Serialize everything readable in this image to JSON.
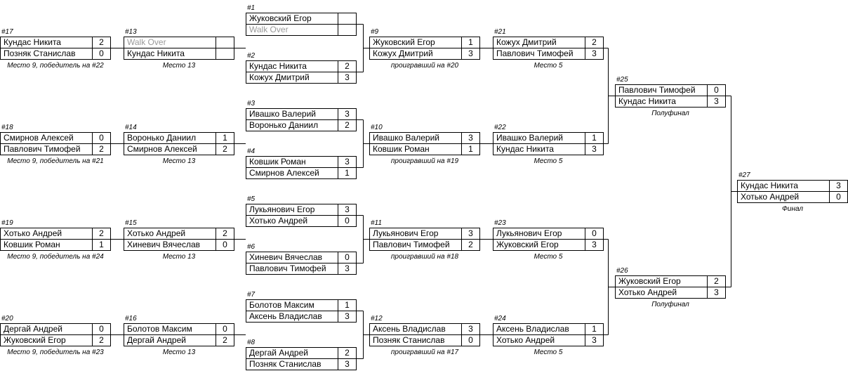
{
  "matches": [
    {
      "num": "#1",
      "p1": "Жуковский Егор",
      "s1": "",
      "p2": "Walk Over",
      "s2": "",
      "wo": 2,
      "note": ""
    },
    {
      "num": "#2",
      "p1": "Кундас Никита",
      "s1": "2",
      "p2": "Кожух Дмитрий",
      "s2": "3",
      "note": ""
    },
    {
      "num": "#3",
      "p1": "Ивашко Валерий",
      "s1": "3",
      "p2": "Воронько Даниил",
      "s2": "2",
      "note": ""
    },
    {
      "num": "#4",
      "p1": "Ковшик Роман",
      "s1": "3",
      "p2": "Смирнов Алексей",
      "s2": "1",
      "note": ""
    },
    {
      "num": "#5",
      "p1": "Лукьянович Егор",
      "s1": "3",
      "p2": "Хотько Андрей",
      "s2": "0",
      "note": ""
    },
    {
      "num": "#6",
      "p1": "Хиневич Вячеслав",
      "s1": "0",
      "p2": "Павлович Тимофей",
      "s2": "3",
      "note": ""
    },
    {
      "num": "#7",
      "p1": "Болотов Максим",
      "s1": "1",
      "p2": "Аксень Владислав",
      "s2": "3",
      "note": ""
    },
    {
      "num": "#8",
      "p1": "Дергай Андрей",
      "s1": "2",
      "p2": "Позняк Станислав",
      "s2": "3",
      "note": ""
    },
    {
      "num": "#9",
      "p1": "Жуковский Егор",
      "s1": "1",
      "p2": "Кожух Дмитрий",
      "s2": "3",
      "note": "проигравший на #20"
    },
    {
      "num": "#10",
      "p1": "Ивашко Валерий",
      "s1": "3",
      "p2": "Ковшик Роман",
      "s2": "1",
      "note": "проигравший на #19"
    },
    {
      "num": "#11",
      "p1": "Лукьянович Егор",
      "s1": "3",
      "p2": "Павлович Тимофей",
      "s2": "2",
      "note": "проигравший на #18"
    },
    {
      "num": "#12",
      "p1": "Аксень Владислав",
      "s1": "3",
      "p2": "Позняк Станислав",
      "s2": "0",
      "note": "проигравший на #17"
    },
    {
      "num": "#13",
      "p1": "Walk Over",
      "s1": "",
      "p2": "Кундас Никита",
      "s2": "",
      "wo": 1,
      "note": "Место 13"
    },
    {
      "num": "#14",
      "p1": "Воронько Даниил",
      "s1": "1",
      "p2": "Смирнов Алексей",
      "s2": "2",
      "note": "Место 13"
    },
    {
      "num": "#15",
      "p1": "Хотько Андрей",
      "s1": "2",
      "p2": "Хиневич Вячеслав",
      "s2": "0",
      "note": "Место 13"
    },
    {
      "num": "#16",
      "p1": "Болотов Максим",
      "s1": "0",
      "p2": "Дергай Андрей",
      "s2": "2",
      "note": "Место 13"
    },
    {
      "num": "#17",
      "p1": "Кундас Никита",
      "s1": "2",
      "p2": "Позняк Станислав",
      "s2": "0",
      "note": "Место 9, победитель на #22"
    },
    {
      "num": "#18",
      "p1": "Смирнов Алексей",
      "s1": "0",
      "p2": "Павлович Тимофей",
      "s2": "2",
      "note": "Место 9, победитель на #21"
    },
    {
      "num": "#19",
      "p1": "Хотько Андрей",
      "s1": "2",
      "p2": "Ковшик Роман",
      "s2": "1",
      "note": "Место 9, победитель на #24"
    },
    {
      "num": "#20",
      "p1": "Дергай Андрей",
      "s1": "0",
      "p2": "Жуковский Егор",
      "s2": "2",
      "note": "Место 9, победитель на #23"
    },
    {
      "num": "#21",
      "p1": "Кожух Дмитрий",
      "s1": "2",
      "p2": "Павлович Тимофей",
      "s2": "3",
      "note": "Место 5"
    },
    {
      "num": "#22",
      "p1": "Ивашко Валерий",
      "s1": "1",
      "p2": "Кундас Никита",
      "s2": "3",
      "note": "Место 5"
    },
    {
      "num": "#23",
      "p1": "Лукьянович Егор",
      "s1": "0",
      "p2": "Жуковский Егор",
      "s2": "3",
      "note": "Место 5"
    },
    {
      "num": "#24",
      "p1": "Аксень Владислав",
      "s1": "1",
      "p2": "Хотько Андрей",
      "s2": "3",
      "note": "Место 5"
    },
    {
      "num": "#25",
      "p1": "Павлович Тимофей",
      "s1": "0",
      "p2": "Кундас Никита",
      "s2": "3",
      "note": "Полуфинал"
    },
    {
      "num": "#26",
      "p1": "Жуковский Егор",
      "s1": "2",
      "p2": "Хотько Андрей",
      "s2": "3",
      "note": "Полуфинал"
    },
    {
      "num": "#27",
      "p1": "Кундас Никита",
      "s1": "3",
      "p2": "Хотько Андрей",
      "s2": "0",
      "note": "Финал"
    }
  ],
  "colors": {
    "line": "#000000",
    "walkover_text": "#9a9a9a",
    "background": "#ffffff"
  }
}
